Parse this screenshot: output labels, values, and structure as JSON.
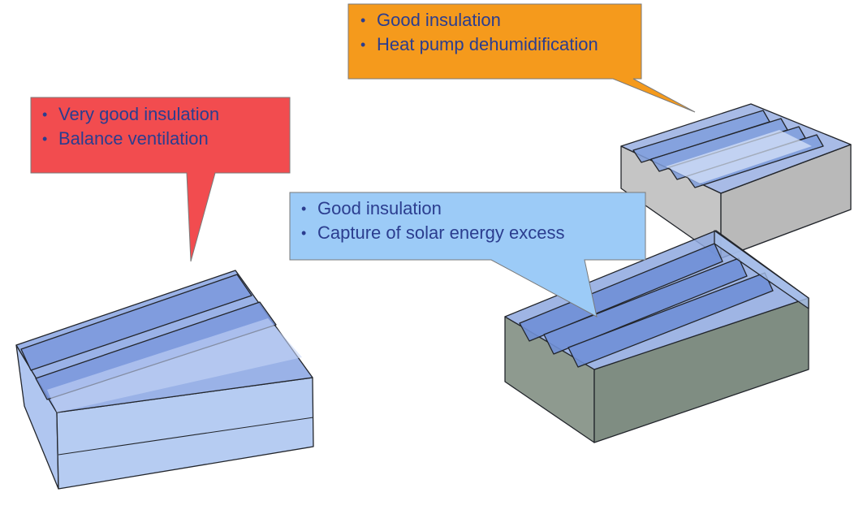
{
  "callouts": {
    "red": {
      "items": [
        "Very good insulation",
        "Balance ventilation"
      ],
      "color": "#f24c4f"
    },
    "orange": {
      "items": [
        "Good insulation",
        "Heat pump dehumidification"
      ],
      "color": "#f59a1c"
    },
    "blue": {
      "items": [
        "Good insulation",
        "Capture of solar energy excess"
      ],
      "color": "#9ccbf7"
    }
  },
  "colors": {
    "glazing": "#7fa3e3",
    "opaque": "#8a9b90",
    "outline": "#22252b",
    "text": "#2b3d8f"
  }
}
